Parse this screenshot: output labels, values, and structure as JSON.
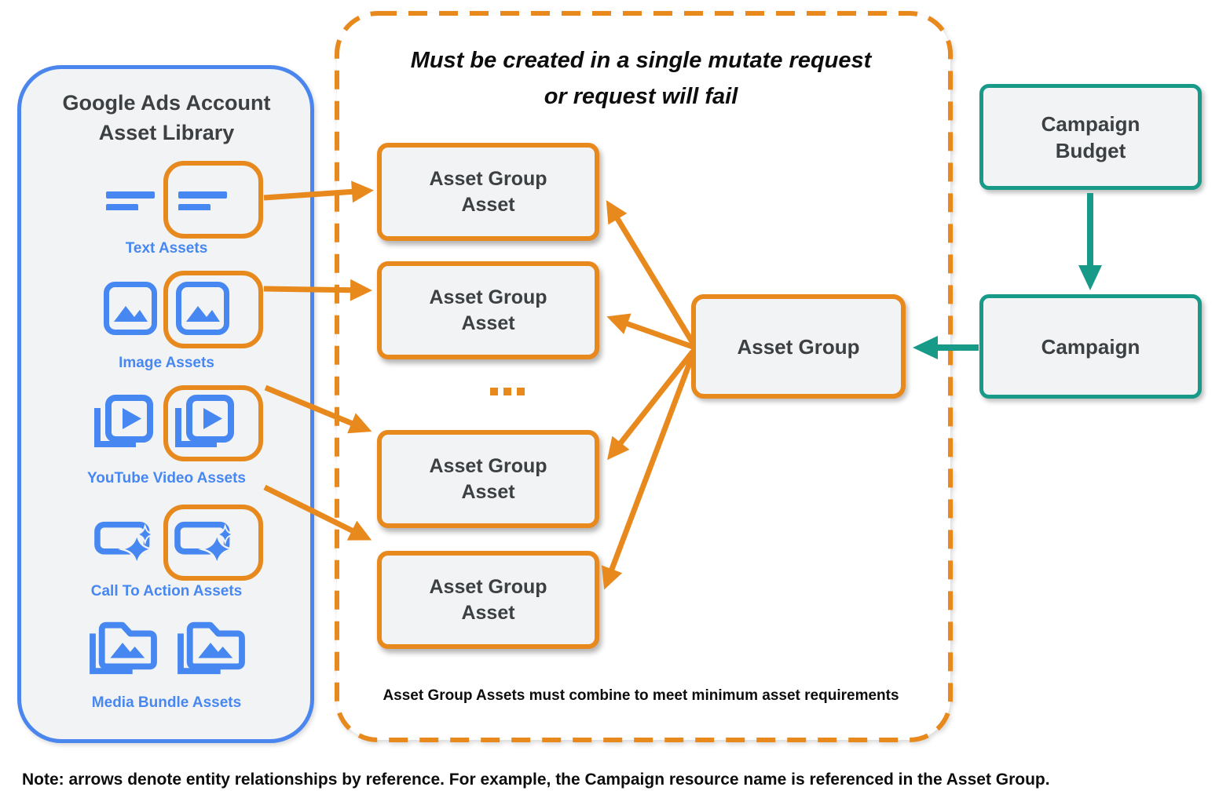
{
  "palette": {
    "orange": "#E8891E",
    "blue": "#4787F1",
    "teal": "#189A89",
    "box_fill": "#F1F3F4",
    "dark_text": "#3C4043",
    "black_text": "#0d0d0d"
  },
  "asset_library": {
    "title_line1": "Google Ads Account",
    "title_line2": "Asset Library",
    "rows": [
      {
        "id": "text",
        "label": "Text Assets",
        "icon": "text-lines-icon"
      },
      {
        "id": "image",
        "label": "Image Assets",
        "icon": "image-icon"
      },
      {
        "id": "youtube",
        "label": "YouTube Video  Assets",
        "icon": "video-stack-icon"
      },
      {
        "id": "cta",
        "label": "Call To Action Assets",
        "icon": "cta-sparkle-icon"
      },
      {
        "id": "media",
        "label": "Media Bundle  Assets",
        "icon": "media-folder-icon"
      }
    ]
  },
  "mutate_group": {
    "title_line1": "Must be created in a single mutate request",
    "title_line2": "or request will fail",
    "boxes": [
      {
        "line1": "Asset Group",
        "line2": "Asset"
      },
      {
        "line1": "Asset Group",
        "line2": "Asset"
      },
      {
        "line1": "Asset Group",
        "line2": "Asset"
      },
      {
        "line1": "Asset Group",
        "line2": "Asset"
      }
    ],
    "ellipsis": "...",
    "footnote": "Asset Group Assets must combine to meet minimum asset requirements"
  },
  "asset_group": {
    "label": "Asset Group"
  },
  "campaign_budget": {
    "line1": "Campaign",
    "line2": "Budget"
  },
  "campaign": {
    "label": "Campaign"
  },
  "note": "Note: arrows denote entity relationships by reference. For example, the Campaign resource name is referenced in the Asset Group."
}
